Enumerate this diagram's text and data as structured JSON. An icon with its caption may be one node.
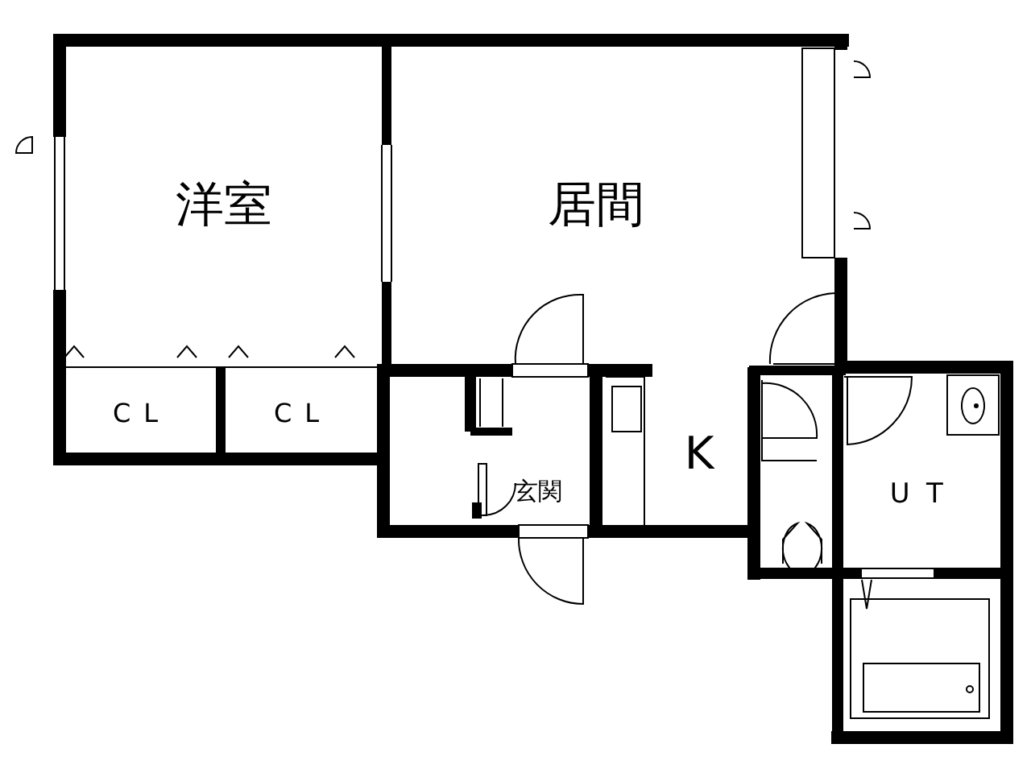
{
  "diagram": {
    "nodes": [
      {
        "text": [
          "洋室"
        ]
      },
      {
        "text": [
          "居間"
        ]
      },
      {
        "text": [
          "CL"
        ]
      },
      {
        "text": [
          "CL"
        ]
      },
      {
        "text": [
          "玄関"
        ]
      },
      {
        "text": [
          "K"
        ]
      },
      {
        "text": [
          "UT"
        ]
      }
    ]
  }
}
